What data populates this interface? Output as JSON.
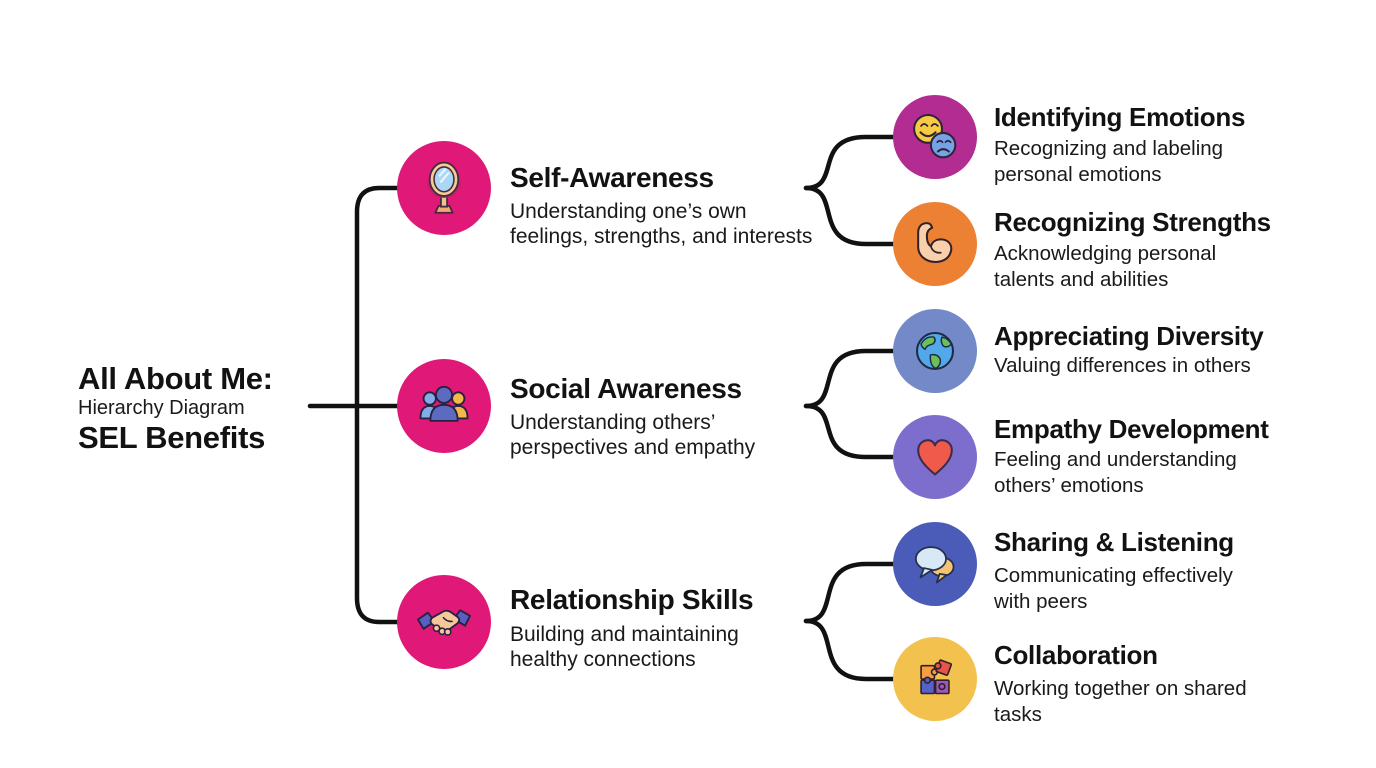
{
  "diagram": {
    "type": "hierarchy",
    "root": {
      "title": "All About Me:",
      "subtitle": "Hierarchy Diagram",
      "title2": "SEL Benefits"
    },
    "branches": [
      {
        "label": "Self-Awareness",
        "desc_lines": [
          "Understanding one’s own",
          "feelings, strengths, and interests"
        ],
        "icon": "mirror-icon",
        "color": "#E01978",
        "children": [
          {
            "label": "Identifying Emotions",
            "desc_lines": [
              "Recognizing and labeling",
              "personal emotions"
            ],
            "icon": "emotion-faces-icon",
            "color": "#B32C92"
          },
          {
            "label": "Recognizing Strengths",
            "desc_lines": [
              "Acknowledging personal",
              "talents and abilities"
            ],
            "icon": "flexed-bicep-icon",
            "color": "#EC8133"
          }
        ]
      },
      {
        "label": "Social Awareness",
        "desc_lines": [
          "Understanding others’",
          "perspectives and empathy"
        ],
        "icon": "people-group-icon",
        "color": "#E01978",
        "children": [
          {
            "label": "Appreciating Diversity",
            "desc_lines": [
              "Valuing differences in others"
            ],
            "icon": "globe-icon",
            "color": "#7389C8"
          },
          {
            "label": "Empathy Development",
            "desc_lines": [
              "Feeling and understanding",
              "others’ emotions"
            ],
            "icon": "heart-icon",
            "color": "#7D6ECE"
          }
        ]
      },
      {
        "label": "Relationship Skills",
        "desc_lines": [
          "Building and maintaining",
          "healthy connections"
        ],
        "icon": "handshake-icon",
        "color": "#E01978",
        "children": [
          {
            "label": "Sharing & Listening",
            "desc_lines": [
              "Communicating effectively",
              "with peers"
            ],
            "icon": "speech-bubbles-icon",
            "color": "#4A5BB8"
          },
          {
            "label": "Collaboration",
            "desc_lines": [
              "Working together on shared",
              "tasks"
            ],
            "icon": "puzzle-pieces-icon",
            "color": "#F2C14E"
          }
        ]
      }
    ],
    "colors": {
      "background": "#FFFFFF",
      "connector": "#111111",
      "text": "#121212",
      "branch_circle_pink": "#E01978",
      "child_magenta": "#B32C92",
      "child_orange": "#EC8133",
      "child_periwinkle": "#7389C8",
      "child_purple": "#7D6ECE",
      "child_indigo": "#4A5BB8",
      "child_yellow": "#F2C14E"
    }
  }
}
